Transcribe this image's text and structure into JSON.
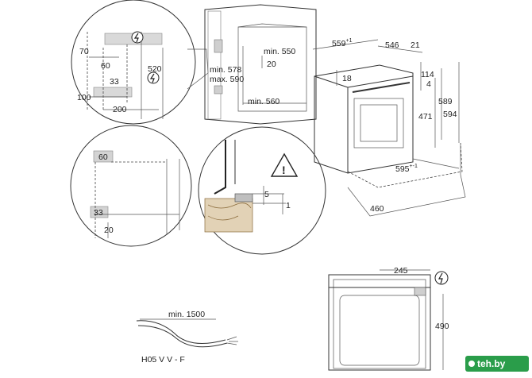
{
  "detail_top_left": {
    "d70": "70",
    "d60": "60",
    "d520": "520",
    "d33": "33",
    "d100": "100",
    "d200": "200"
  },
  "cabinet": {
    "min578": "min. 578",
    "max590": "max. 590",
    "min550": "min. 550",
    "d20": "20",
    "min560": "min. 560"
  },
  "oven_dims": {
    "d559": "559",
    "d559_sup": "+1",
    "d546": "546",
    "d21": "21",
    "d114": "114",
    "d4": "4",
    "d18": "18",
    "d471": "471",
    "d589": "589",
    "d594": "594",
    "d595": "595",
    "d595_sup": "+-1",
    "d460": "460"
  },
  "detail_bottom_left": {
    "d60": "60",
    "d33": "33",
    "d20": "20"
  },
  "detail_center": {
    "d5": "5",
    "d1": "1"
  },
  "cable": {
    "length": "min. 1500",
    "type": "H05 V V - F"
  },
  "bottom_right": {
    "d245": "245",
    "d490": "490"
  },
  "watermark": {
    "text": "teh.by"
  }
}
